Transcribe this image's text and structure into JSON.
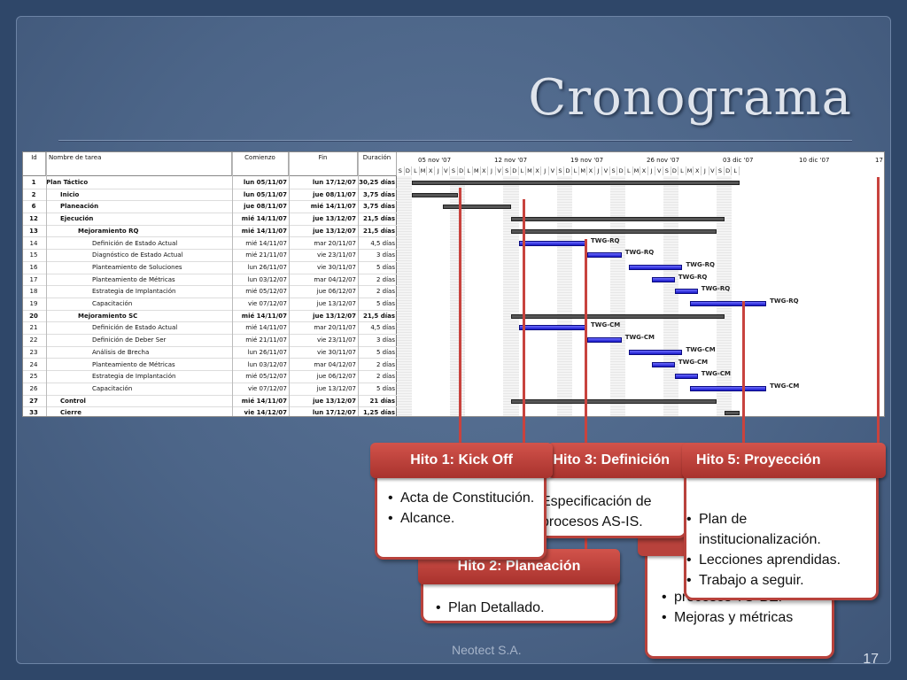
{
  "slide": {
    "title": "Cronograma",
    "footer": "Neotect S.A.",
    "page_number": "17"
  },
  "gantt": {
    "headers": {
      "id": "Id",
      "name": "Nombre de tarea",
      "start": "Comienzo",
      "end": "Fin",
      "duration": "Duración"
    },
    "weeks": [
      "05 nov '07",
      "12 nov '07",
      "19 nov '07",
      "26 nov '07",
      "03 dic '07",
      "10 dic '07",
      "17"
    ],
    "day_letters": [
      "S",
      "D",
      "L",
      "M",
      "X",
      "J",
      "V",
      "S",
      "D",
      "L",
      "M",
      "X",
      "J",
      "V",
      "S",
      "D",
      "L",
      "M",
      "X",
      "J",
      "V",
      "S",
      "D",
      "L",
      "M",
      "X",
      "J",
      "V",
      "S",
      "D",
      "L",
      "M",
      "X",
      "J",
      "V",
      "S",
      "D",
      "L",
      "M",
      "X",
      "J",
      "V",
      "S",
      "D",
      "L"
    ],
    "tasks": [
      {
        "id": "1",
        "name": "Plan Táctico",
        "start": "lun 05/11/07",
        "end": "lun 17/12/07",
        "duration": "30,25 días",
        "bold": true,
        "indent": 0
      },
      {
        "id": "2",
        "name": "Inicio",
        "start": "lun 05/11/07",
        "end": "jue 08/11/07",
        "duration": "3,75 días",
        "bold": true,
        "indent": 1
      },
      {
        "id": "6",
        "name": "Planeación",
        "start": "jue 08/11/07",
        "end": "mié 14/11/07",
        "duration": "3,75 días",
        "bold": true,
        "indent": 1
      },
      {
        "id": "12",
        "name": "Ejecución",
        "start": "mié 14/11/07",
        "end": "jue 13/12/07",
        "duration": "21,5 días",
        "bold": true,
        "indent": 1
      },
      {
        "id": "13",
        "name": "Mejoramiento RQ",
        "start": "mié 14/11/07",
        "end": "jue 13/12/07",
        "duration": "21,5 días",
        "bold": true,
        "indent": 2
      },
      {
        "id": "14",
        "name": "Definición de Estado Actual",
        "start": "mié 14/11/07",
        "end": "mar 20/11/07",
        "duration": "4,5 días",
        "bold": false,
        "indent": 3
      },
      {
        "id": "15",
        "name": "Diagnóstico de Estado Actual",
        "start": "mié 21/11/07",
        "end": "vie 23/11/07",
        "duration": "3 días",
        "bold": false,
        "indent": 3
      },
      {
        "id": "16",
        "name": "Planteamiento de Soluciones",
        "start": "lun 26/11/07",
        "end": "vie 30/11/07",
        "duration": "5 días",
        "bold": false,
        "indent": 3
      },
      {
        "id": "17",
        "name": "Planteamiento de Métricas",
        "start": "lun 03/12/07",
        "end": "mar 04/12/07",
        "duration": "2 días",
        "bold": false,
        "indent": 3
      },
      {
        "id": "18",
        "name": "Estrategia de Implantación",
        "start": "mié 05/12/07",
        "end": "jue 06/12/07",
        "duration": "2 días",
        "bold": false,
        "indent": 3
      },
      {
        "id": "19",
        "name": "Capacitación",
        "start": "vie 07/12/07",
        "end": "jue 13/12/07",
        "duration": "5 días",
        "bold": false,
        "indent": 3
      },
      {
        "id": "20",
        "name": "Mejoramiento SC",
        "start": "mié 14/11/07",
        "end": "jue 13/12/07",
        "duration": "21,5 días",
        "bold": true,
        "indent": 2
      },
      {
        "id": "21",
        "name": "Definición de Estado Actual",
        "start": "mié 14/11/07",
        "end": "mar 20/11/07",
        "duration": "4,5 días",
        "bold": false,
        "indent": 3
      },
      {
        "id": "22",
        "name": "Definición de Deber Ser",
        "start": "mié 21/11/07",
        "end": "vie 23/11/07",
        "duration": "3 días",
        "bold": false,
        "indent": 3
      },
      {
        "id": "23",
        "name": "Análisis de Brecha",
        "start": "lun 26/11/07",
        "end": "vie 30/11/07",
        "duration": "5 días",
        "bold": false,
        "indent": 3
      },
      {
        "id": "24",
        "name": "Planteamiento de Métricas",
        "start": "lun 03/12/07",
        "end": "mar 04/12/07",
        "duration": "2 días",
        "bold": false,
        "indent": 3
      },
      {
        "id": "25",
        "name": "Estrategia de Implantación",
        "start": "mié 05/12/07",
        "end": "jue 06/12/07",
        "duration": "2 días",
        "bold": false,
        "indent": 3
      },
      {
        "id": "26",
        "name": "Capacitación",
        "start": "vie 07/12/07",
        "end": "jue 13/12/07",
        "duration": "5 días",
        "bold": false,
        "indent": 3
      },
      {
        "id": "27",
        "name": "Control",
        "start": "mié 14/11/07",
        "end": "jue 13/12/07",
        "duration": "21 días",
        "bold": true,
        "indent": 1
      },
      {
        "id": "33",
        "name": "Cierre",
        "start": "vie 14/12/07",
        "end": "lun 17/12/07",
        "duration": "1,25 días",
        "bold": true,
        "indent": 1
      }
    ],
    "bar_labels": [
      "TWG-RQ",
      "TWG-RQ",
      "TWG-RQ",
      "TWG-RQ",
      "TWG-RQ",
      "TWG-RQ",
      "TWG-CM",
      "TWG-CM",
      "TWG-CM",
      "TWG-CM",
      "TWG-CM",
      "TWG-CM"
    ]
  },
  "milestones": [
    {
      "title": "Hito 1: Kick Off",
      "items": [
        "Acta de Constitución.",
        "Alcance."
      ]
    },
    {
      "title": "Hito 2: Planeación",
      "items": [
        "Plan Detallado."
      ]
    },
    {
      "title": "Hito 3: Definición",
      "items": [
        "Especificación de procesos AS-IS."
      ]
    },
    {
      "title": "Hito 4",
      "items": [
        "procesos TO-BE.",
        "Mejoras y métricas"
      ]
    },
    {
      "title": "Hito 5: Proyección",
      "items": [
        "Plan de institucionalización.",
        "Lecciones aprendidas.",
        "Trabajo a seguir."
      ]
    }
  ],
  "colors": {
    "accent_red": "#b8423c",
    "slide_bg": "#4c6588",
    "bar_blue": "#2a2ae0"
  }
}
